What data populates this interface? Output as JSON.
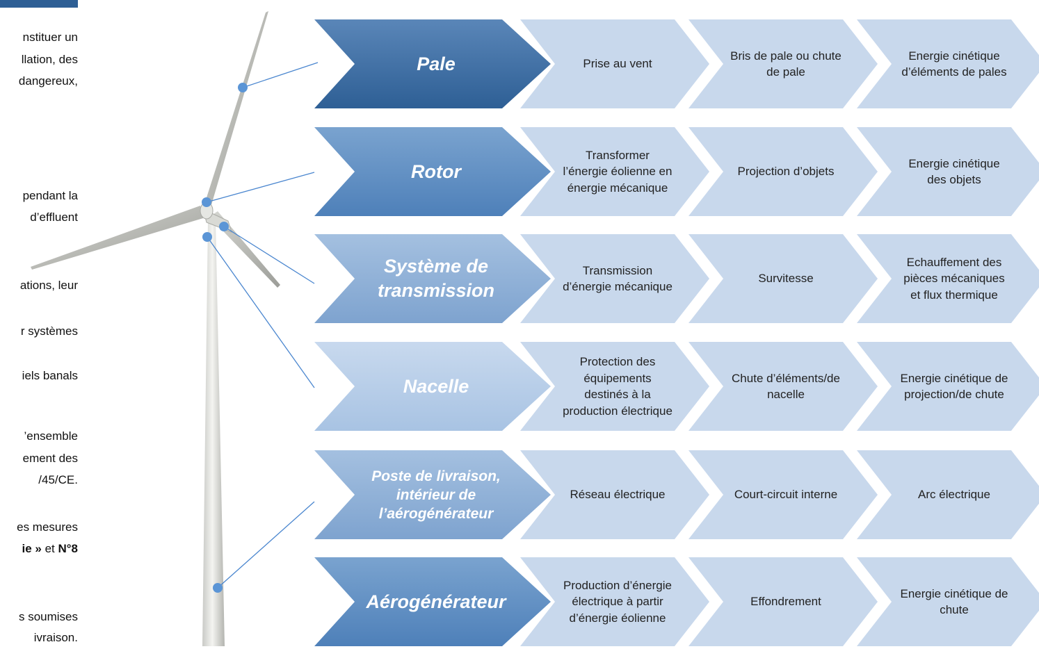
{
  "left_text": {
    "lines": [
      {
        "text": "nstituer un"
      },
      {
        "text": "llation, des"
      },
      {
        "text": "dangereux,"
      },
      {
        "text": "pendant la"
      },
      {
        "text": "d’effluent"
      },
      {
        "text": "ations, leur"
      },
      {
        "text": "r systèmes"
      },
      {
        "text": "iels banals"
      },
      {
        "text": "’ensemble"
      },
      {
        "text": "ement des"
      },
      {
        "text": "/45/CE."
      },
      {
        "text": "es mesures"
      },
      {
        "text": "s soumises"
      },
      {
        "text": "ivraison."
      }
    ],
    "bold_line": {
      "part1": "ie »",
      "part2": " et ",
      "part3": "N°8"
    }
  },
  "rows": [
    {
      "component": "Pale",
      "function": "Prise au vent",
      "event": "Bris de pale ou chute de pale",
      "danger": "Energie cinétique d’éléments de pales"
    },
    {
      "component": "Rotor",
      "function": "Transformer l’énergie éolienne en énergie mécanique",
      "event": "Projection d’objets",
      "danger": "Energie cinétique des objets"
    },
    {
      "component": "Système de transmission",
      "function": "Transmission d’énergie mécanique",
      "event": "Survitesse",
      "danger": "Echauffement des pièces mécaniques et flux thermique"
    },
    {
      "component": "Nacelle",
      "function": "Protection des équipements destinés à la production électrique",
      "event": "Chute d’éléments/de nacelle",
      "danger": "Energie cinétique de projection/de chute"
    },
    {
      "component": "Poste de livraison, intérieur de l’aérogénérateur",
      "function": "Réseau électrique",
      "event": "Court-circuit interne",
      "danger": "Arc électrique"
    },
    {
      "component": "Aérogénérateur",
      "function": "Production d’énergie électrique à partir d’énergie éolienne",
      "event": "Effondrement",
      "danger": "Energie cinétique de chute"
    }
  ],
  "colors": {
    "dark_blue": "#2e5f95",
    "mid_blue": "#4e80b9",
    "light_blue": "#7ea3cf",
    "pale_blue": "#a8c3e3",
    "sub_fill": "#c8d8ec",
    "connector": "#4a86cf"
  }
}
